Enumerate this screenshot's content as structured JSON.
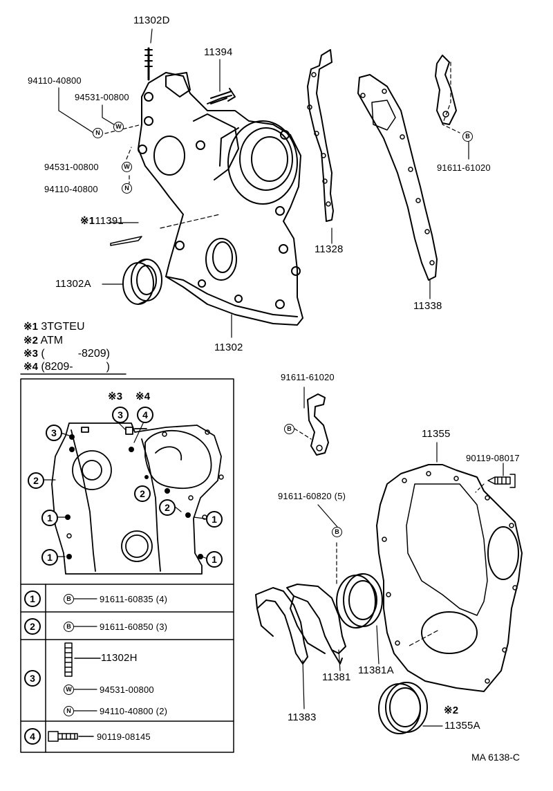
{
  "labels": {
    "stud_top": "11302D",
    "bolt_top": "11394",
    "nut_1": "94110-40800",
    "washer_1": "94531-00800",
    "washer_2": "94531-00800",
    "nut_2": "94110-40800",
    "pin": "11391",
    "pin_mark": "※1",
    "oil_seal": "11302A",
    "cover": "11302",
    "gasket_1": "11328",
    "gasket_2": "11338",
    "bolt_b1": "91611-61020",
    "bolt_b2": "91611-61020",
    "bolt_b3": "91611-60820 (5)",
    "plate": "11355",
    "bolt_plate": "90119-08017",
    "retainer_seal": "11381A",
    "retainer": "11381",
    "retainer_gasket": "11383",
    "rear_seal": "11355A",
    "rear_seal_mark": "※2"
  },
  "notes": [
    {
      "mark": "※1",
      "text": "3TGTEU"
    },
    {
      "mark": "※2",
      "text": "ATM"
    },
    {
      "mark": "※3",
      "text": "(　　　-8209)"
    },
    {
      "mark": "※4",
      "text": "(8209-　　　)"
    }
  ],
  "inset_marks": {
    "m3": "※3",
    "m4": "※4"
  },
  "legend": {
    "row1": {
      "num": "1",
      "code": "91611-60835 (4)"
    },
    "row2": {
      "num": "2",
      "code": "91611-60850 (3)"
    },
    "row3": {
      "num": "3",
      "stud": "11302H",
      "washer": "94531-00800",
      "nut": "94110-40800 (2)"
    },
    "row4": {
      "num": "4",
      "bolt": "90119-08145"
    }
  },
  "badges": {
    "bolt": "B",
    "washer": "W",
    "nut": "N"
  },
  "footer": "MA 6138-C"
}
